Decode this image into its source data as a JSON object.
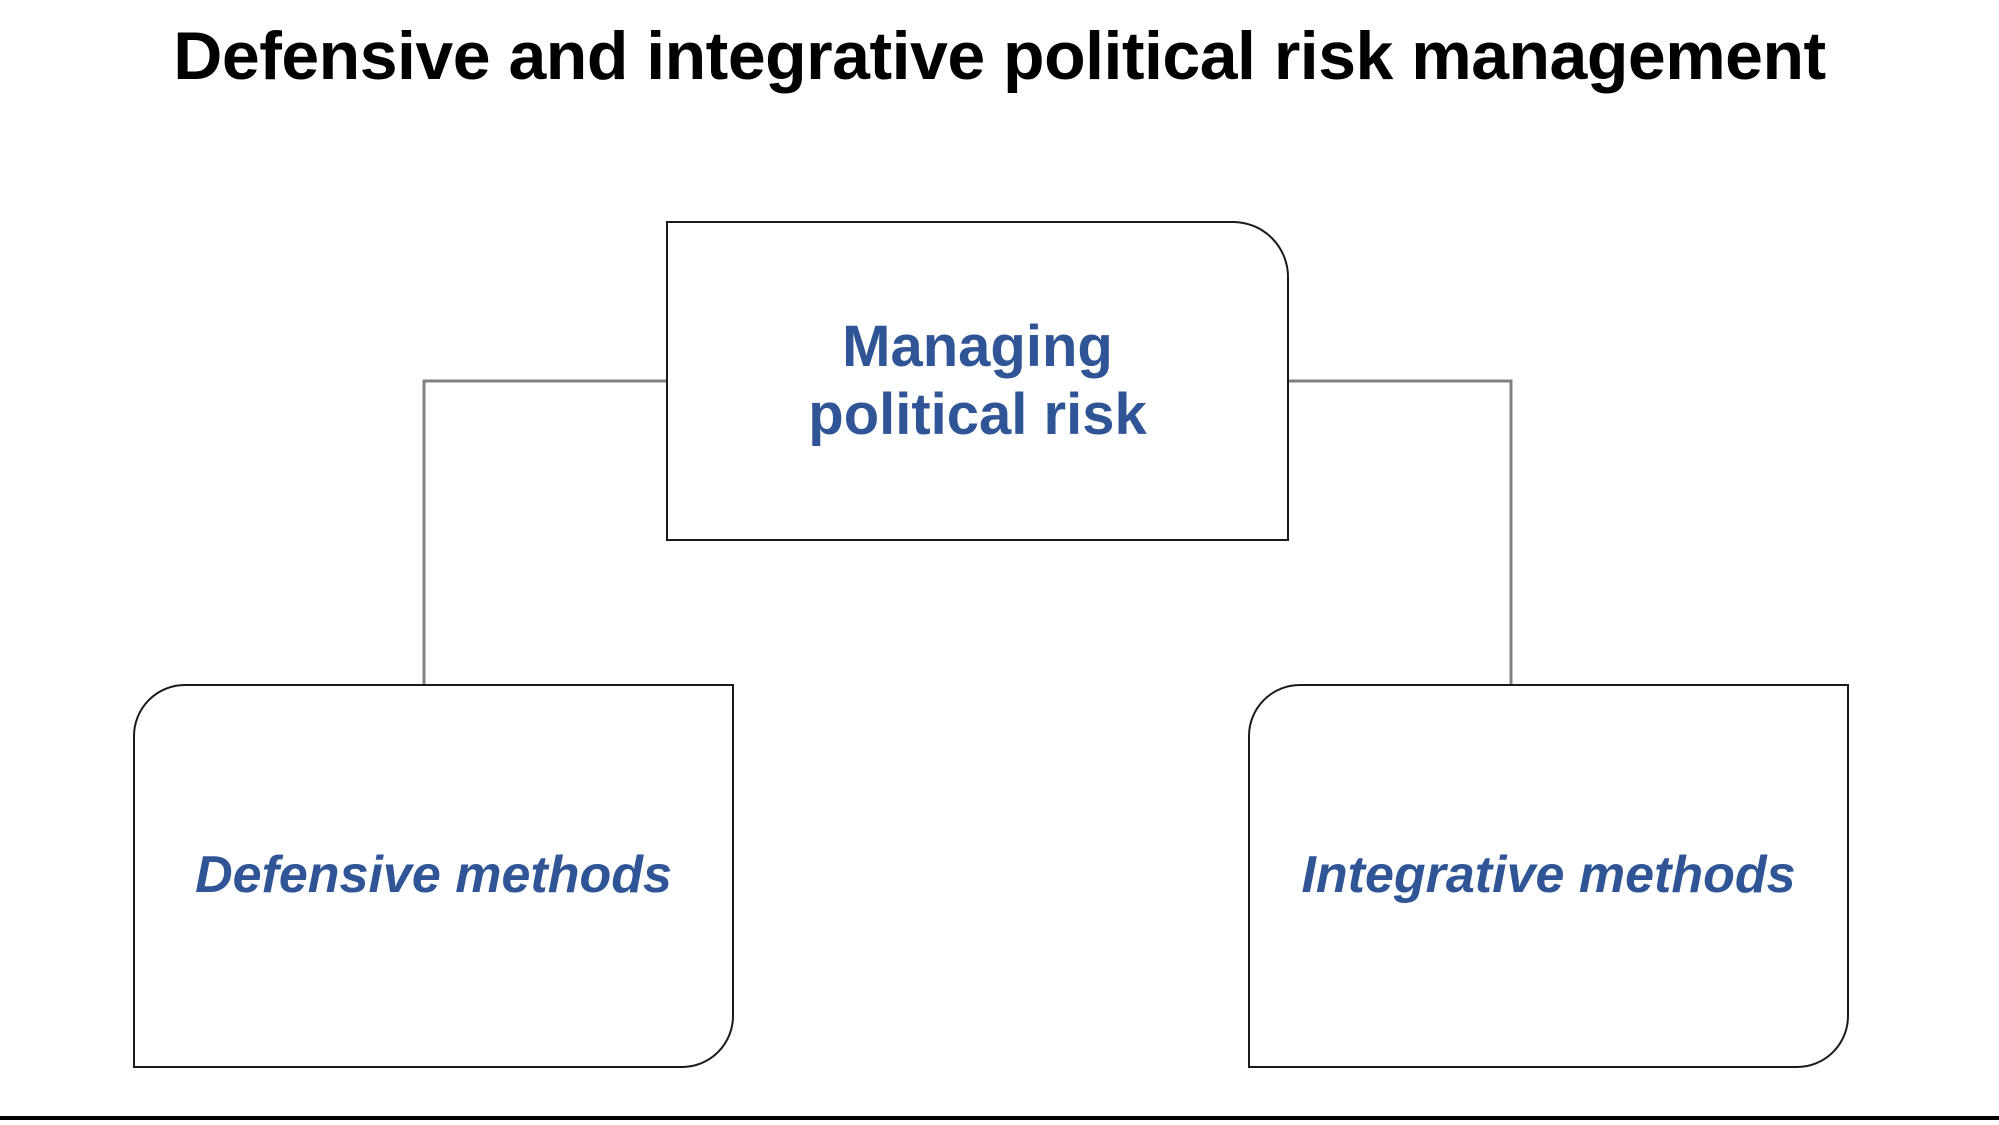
{
  "slide": {
    "title": "Defensive and integrative political risk management",
    "background_color": "#ffffff",
    "title_color": "#000000",
    "accent_color": "#2f5597",
    "outline_color": "#1a1a1a",
    "connector_color": "#808080"
  },
  "diagram": {
    "type": "hierarchy",
    "root": {
      "label": "Managing political risk",
      "shape": "round-single-corner-rectangle"
    },
    "children": [
      {
        "label": "Defensive methods",
        "shape": "round-diagonal-corner-rectangle"
      },
      {
        "label": "Integrative methods",
        "shape": "round-diagonal-corner-rectangle"
      }
    ]
  }
}
